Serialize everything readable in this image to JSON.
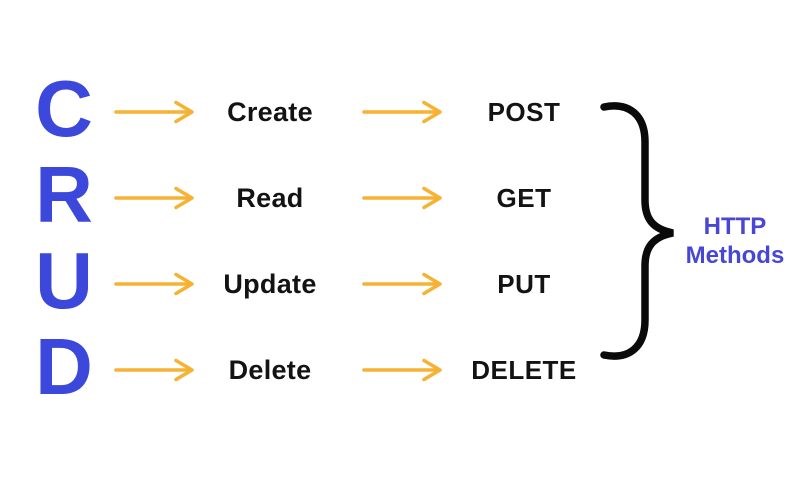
{
  "colors": {
    "background": "#FFFFFF",
    "letter-blue": "#3C48DB",
    "methods-blue": "#4847D4",
    "arrow-yellow": "#F5B233",
    "text-black": "#131313",
    "brace-black": "#0A0A0A"
  },
  "rows": [
    {
      "letter": "C",
      "word": "Create",
      "method": "POST"
    },
    {
      "letter": "R",
      "word": "Read",
      "method": "GET"
    },
    {
      "letter": "U",
      "word": "Update",
      "method": "PUT"
    },
    {
      "letter": "D",
      "word": "Delete",
      "method": "DELETE"
    }
  ],
  "brace": {
    "label": "HTTP Methods"
  }
}
